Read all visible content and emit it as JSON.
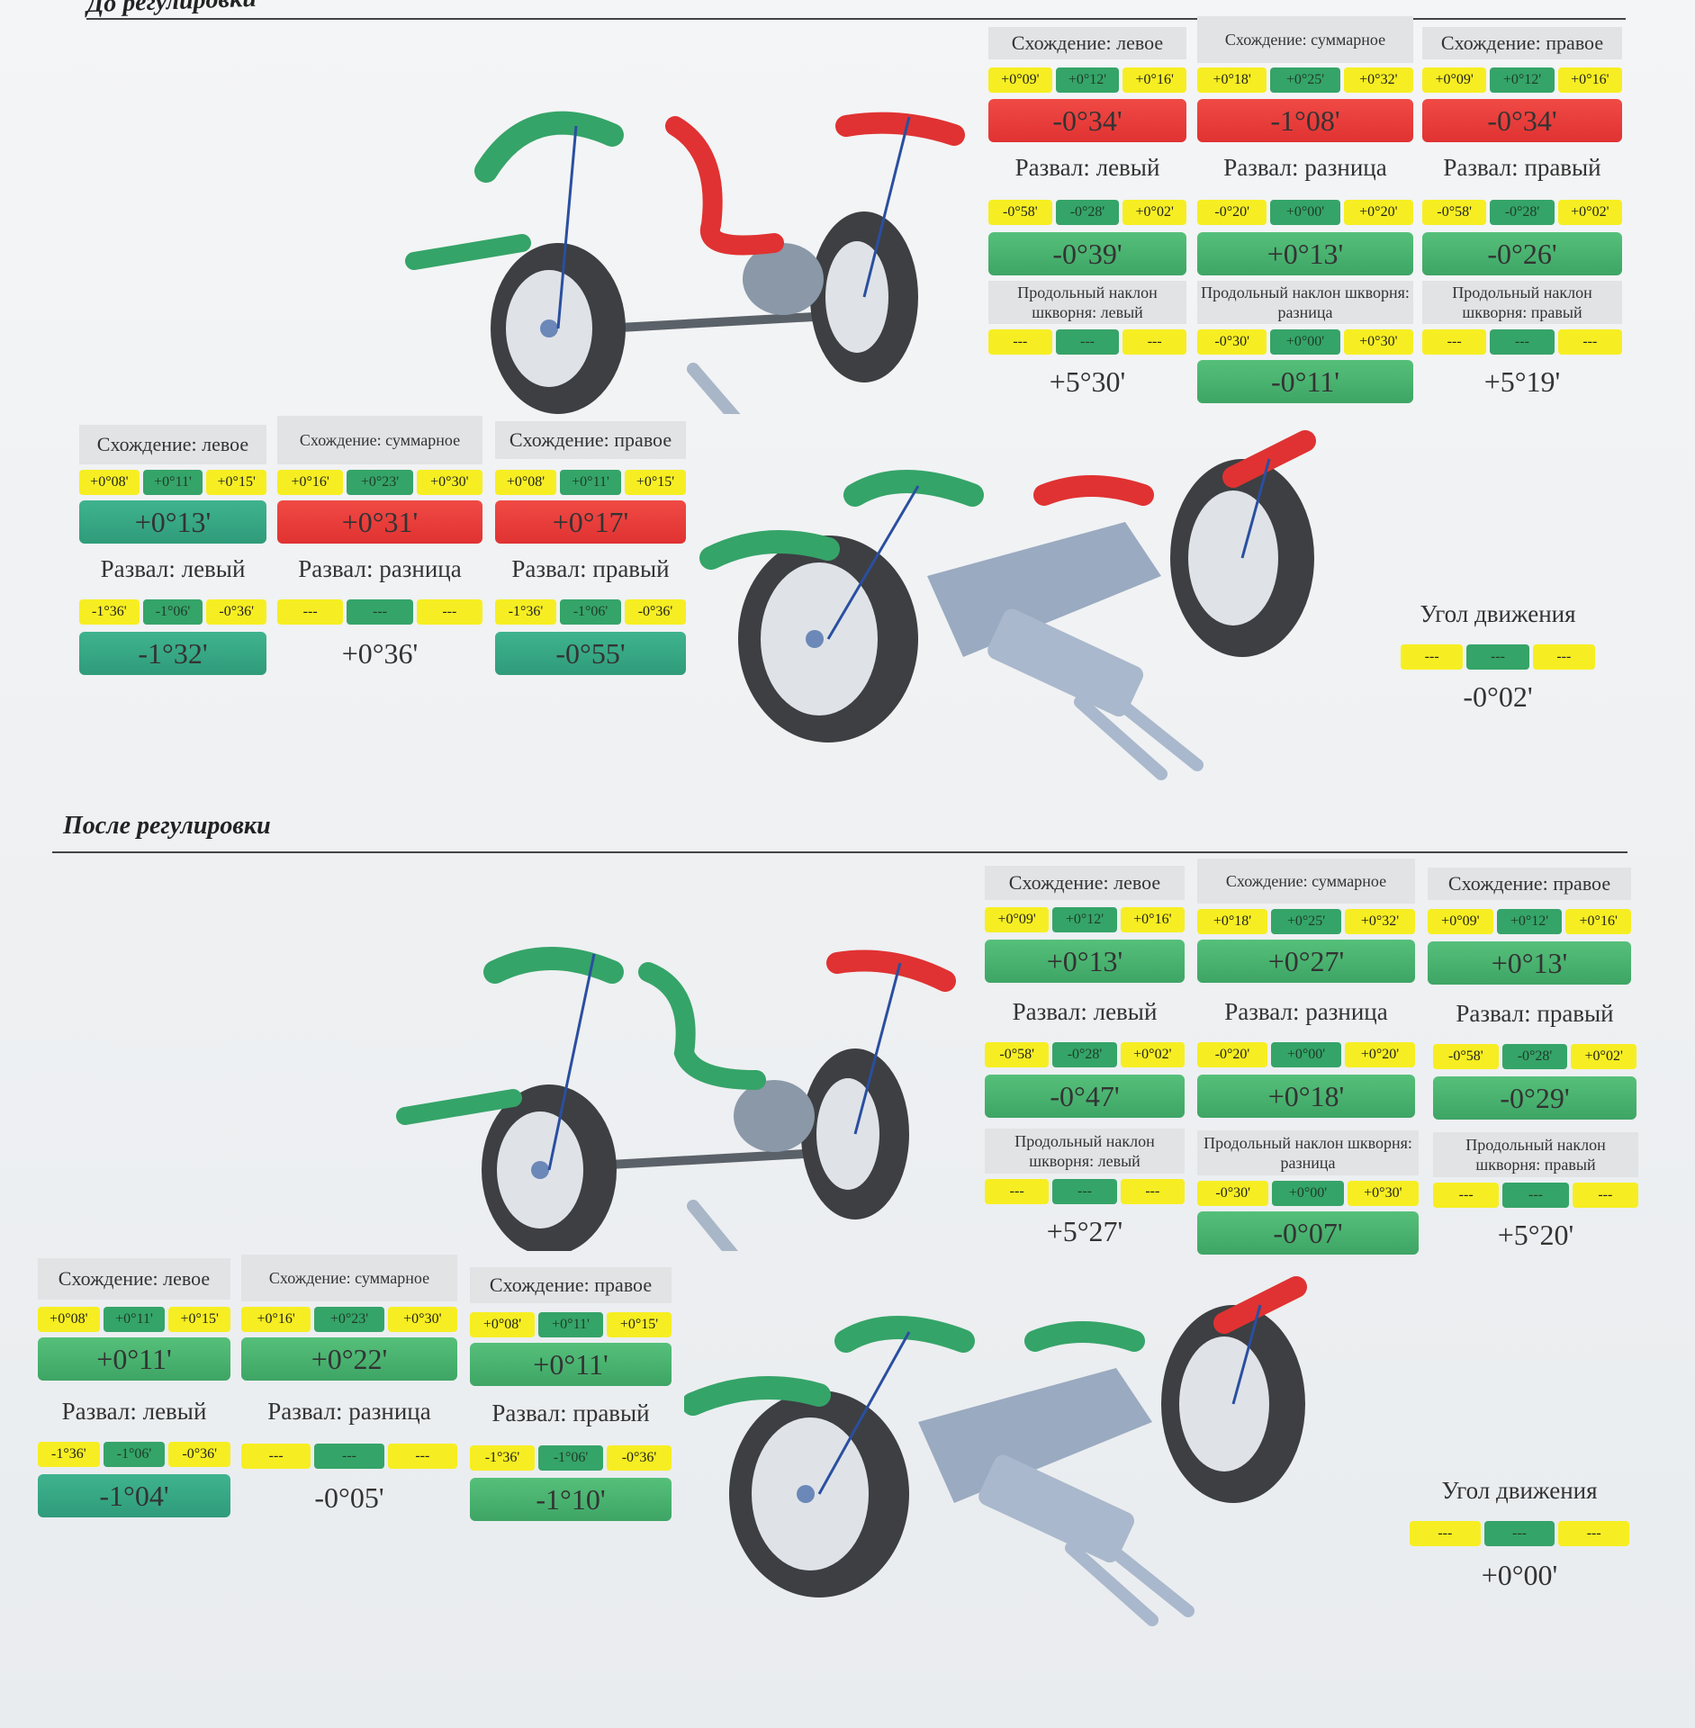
{
  "sections": {
    "before": {
      "title": "До регулировки",
      "front": {
        "toe_left": {
          "label": "Схождение: левое",
          "range": [
            "+0°09'",
            "+0°12'",
            "+0°16'"
          ],
          "value": "-0°34'",
          "status": "red"
        },
        "toe_total": {
          "label": "Схождение: суммарное",
          "range": [
            "+0°18'",
            "+0°25'",
            "+0°32'"
          ],
          "value": "-1°08'",
          "status": "red"
        },
        "toe_right": {
          "label": "Схождение: правое",
          "range": [
            "+0°09'",
            "+0°12'",
            "+0°16'"
          ],
          "value": "-0°34'",
          "status": "red"
        },
        "camber_left": {
          "label": "Развал: левый",
          "range": [
            "-0°58'",
            "-0°28'",
            "+0°02'"
          ],
          "value": "-0°39'",
          "status": "green"
        },
        "camber_diff": {
          "label": "Развал: разница",
          "range": [
            "-0°20'",
            "+0°00'",
            "+0°20'"
          ],
          "value": "+0°13'",
          "status": "green"
        },
        "camber_right": {
          "label": "Развал: правый",
          "range": [
            "-0°58'",
            "-0°28'",
            "+0°02'"
          ],
          "value": "-0°26'",
          "status": "green"
        },
        "caster_left": {
          "label": "Продольный наклон шкворня: левый",
          "range": [
            "---",
            "---",
            "---"
          ],
          "value": "+5°30'",
          "status": "plain"
        },
        "caster_diff": {
          "label": "Продольный наклон шкворня: разница",
          "range": [
            "-0°30'",
            "+0°00'",
            "+0°30'"
          ],
          "value": "-0°11'",
          "status": "green"
        },
        "caster_right": {
          "label": "Продольный наклон шкворня: правый",
          "range": [
            "---",
            "---",
            "---"
          ],
          "value": "+5°19'",
          "status": "plain"
        }
      },
      "rear": {
        "toe_left": {
          "label": "Схождение: левое",
          "range": [
            "+0°08'",
            "+0°11'",
            "+0°15'"
          ],
          "value": "+0°13'",
          "status": "teal"
        },
        "toe_total": {
          "label": "Схождение: суммарное",
          "range": [
            "+0°16'",
            "+0°23'",
            "+0°30'"
          ],
          "value": "+0°31'",
          "status": "red"
        },
        "toe_right": {
          "label": "Схождение: правое",
          "range": [
            "+0°08'",
            "+0°11'",
            "+0°15'"
          ],
          "value": "+0°17'",
          "status": "red"
        },
        "camber_left": {
          "label": "Развал: левый",
          "range": [
            "-1°36'",
            "-1°06'",
            "-0°36'"
          ],
          "value": "-1°32'",
          "status": "teal"
        },
        "camber_diff": {
          "label": "Развал: разница",
          "range": [
            "---",
            "---",
            "---"
          ],
          "value": "+0°36'",
          "status": "plain"
        },
        "camber_right": {
          "label": "Развал: правый",
          "range": [
            "-1°36'",
            "-1°06'",
            "-0°36'"
          ],
          "value": "-0°55'",
          "status": "teal"
        }
      },
      "thrust": {
        "label": "Угол движения",
        "range": [
          "---",
          "---",
          "---"
        ],
        "value": "-0°02'"
      }
    },
    "after": {
      "title": "После регулировки",
      "front": {
        "toe_left": {
          "label": "Схождение: левое",
          "range": [
            "+0°09'",
            "+0°12'",
            "+0°16'"
          ],
          "value": "+0°13'",
          "status": "green"
        },
        "toe_total": {
          "label": "Схождение: суммарное",
          "range": [
            "+0°18'",
            "+0°25'",
            "+0°32'"
          ],
          "value": "+0°27'",
          "status": "green"
        },
        "toe_right": {
          "label": "Схождение: правое",
          "range": [
            "+0°09'",
            "+0°12'",
            "+0°16'"
          ],
          "value": "+0°13'",
          "status": "green"
        },
        "camber_left": {
          "label": "Развал: левый",
          "range": [
            "-0°58'",
            "-0°28'",
            "+0°02'"
          ],
          "value": "-0°47'",
          "status": "green"
        },
        "camber_diff": {
          "label": "Развал: разница",
          "range": [
            "-0°20'",
            "+0°00'",
            "+0°20'"
          ],
          "value": "+0°18'",
          "status": "green"
        },
        "camber_right": {
          "label": "Развал: правый",
          "range": [
            "-0°58'",
            "-0°28'",
            "+0°02'"
          ],
          "value": "-0°29'",
          "status": "green"
        },
        "caster_left": {
          "label": "Продольный наклон шкворня: левый",
          "range": [
            "---",
            "---",
            "---"
          ],
          "value": "+5°27'",
          "status": "plain"
        },
        "caster_diff": {
          "label": "Продольный наклон шкворня: разница",
          "range": [
            "-0°30'",
            "+0°00'",
            "+0°30'"
          ],
          "value": "-0°07'",
          "status": "green"
        },
        "caster_right": {
          "label": "Продольный наклон шкворня: правый",
          "range": [
            "---",
            "---",
            "---"
          ],
          "value": "+5°20'",
          "status": "plain"
        }
      },
      "rear": {
        "toe_left": {
          "label": "Схождение: левое",
          "range": [
            "+0°08'",
            "+0°11'",
            "+0°15'"
          ],
          "value": "+0°11'",
          "status": "green"
        },
        "toe_total": {
          "label": "Схождение: суммарное",
          "range": [
            "+0°16'",
            "+0°23'",
            "+0°30'"
          ],
          "value": "+0°22'",
          "status": "green"
        },
        "toe_right": {
          "label": "Схождение: правое",
          "range": [
            "+0°08'",
            "+0°11'",
            "+0°15'"
          ],
          "value": "+0°11'",
          "status": "green"
        },
        "camber_left": {
          "label": "Развал: левый",
          "range": [
            "-1°36'",
            "-1°06'",
            "-0°36'"
          ],
          "value": "-1°04'",
          "status": "teal"
        },
        "camber_diff": {
          "label": "Развал: разница",
          "range": [
            "---",
            "---",
            "---"
          ],
          "value": "-0°05'",
          "status": "plain"
        },
        "camber_right": {
          "label": "Развал: правый",
          "range": [
            "-1°36'",
            "-1°06'",
            "-0°36'"
          ],
          "value": "-1°10'",
          "status": "green"
        }
      },
      "thrust": {
        "label": "Угол движения",
        "range": [
          "---",
          "---",
          "---"
        ],
        "value": "+0°00'"
      }
    }
  },
  "colors": {
    "ok": "#3ea565",
    "out": "#e03232",
    "limit": "#f6ee22",
    "center": "#35a468"
  }
}
